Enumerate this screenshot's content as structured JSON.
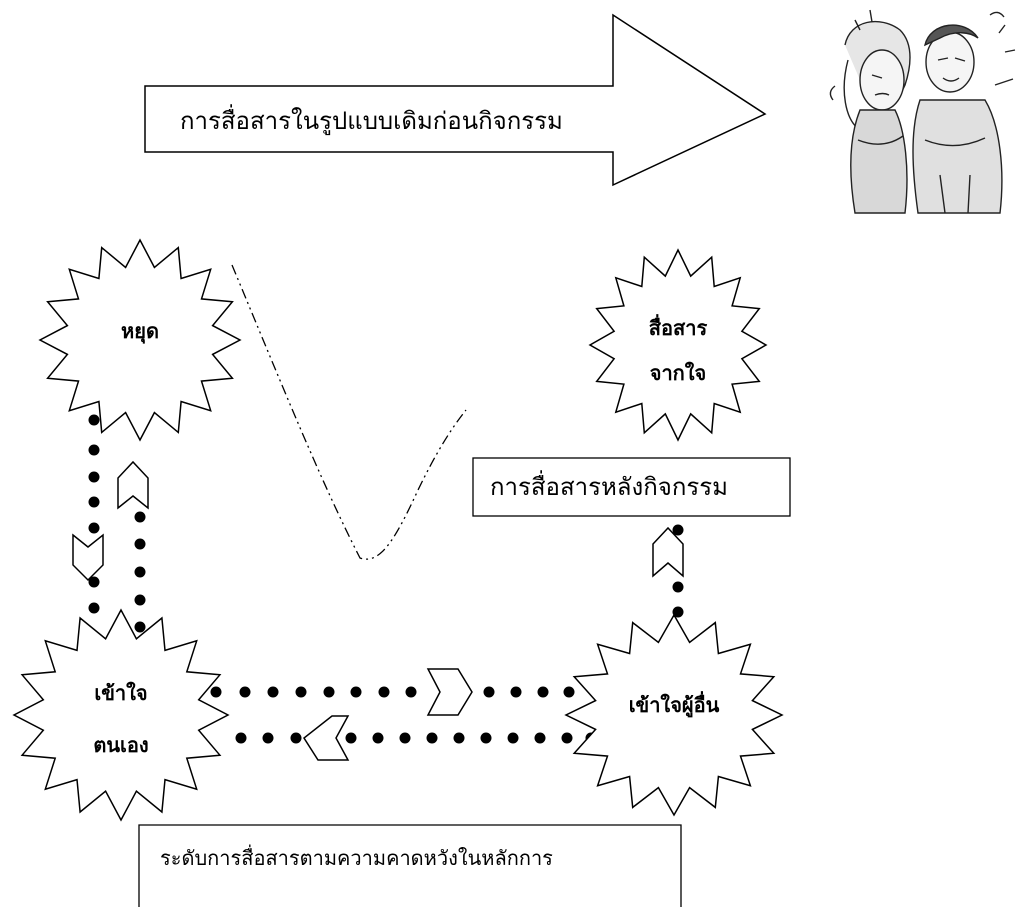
{
  "arrow_label": "การสื่อสารในรูปแบบเดิมก่อนกิจกรรม",
  "after_label": "การสื่อสารหลังกิจกรรม",
  "bottom_label": "ระดับการสื่อสารตามความคาดหวังในหลักการ",
  "stars": {
    "stop": {
      "lines": [
        "หยุด"
      ]
    },
    "communicate": {
      "lines": [
        "สื่อสาร",
        "จากใจ"
      ]
    },
    "self": {
      "lines": [
        "เข้าใจ",
        "ตนเอง"
      ]
    },
    "others": {
      "lines": [
        "เข้าใจผู้อื่น"
      ]
    }
  },
  "illustration": "arguing-couple-cartoon"
}
